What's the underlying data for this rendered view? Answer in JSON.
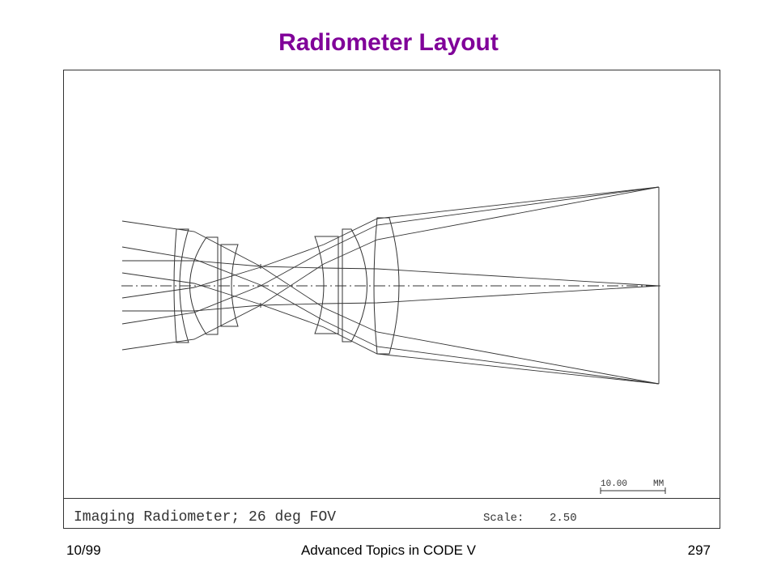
{
  "slide": {
    "title": "Radiometer Layout",
    "title_color": "#800099"
  },
  "plot": {
    "caption": "Imaging Radiometer; 26 deg FOV",
    "scale_label": "Scale:",
    "scale_value": "2.50",
    "scale_bar_value": "10.00",
    "scale_bar_unit": "MM",
    "line_color": "#333333"
  },
  "footer": {
    "date": "10/99",
    "course": "Advanced Topics in CODE V",
    "page_number": "297"
  }
}
